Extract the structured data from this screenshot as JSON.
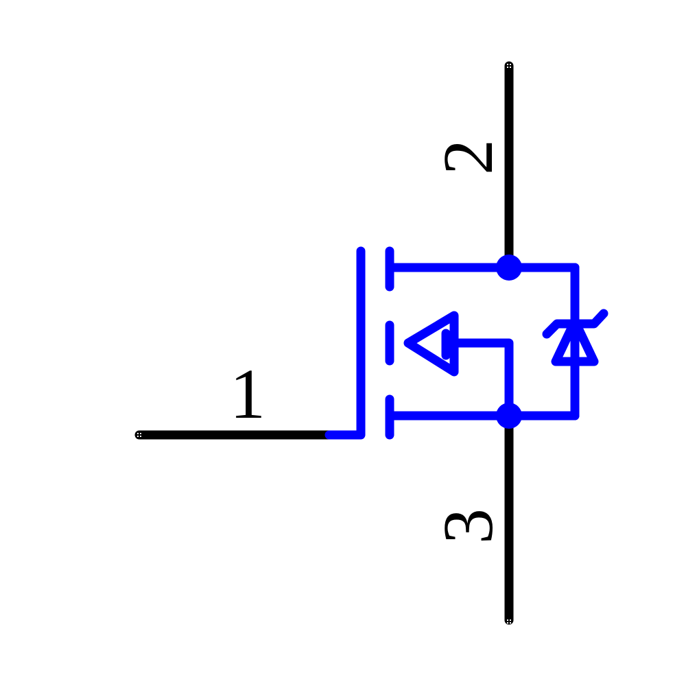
{
  "component": {
    "type": "N-channel MOSFET with Zener body diode",
    "colors": {
      "pin_wire": "#000000",
      "symbol": "#0000ff",
      "background": "#ffffff"
    }
  },
  "pins": [
    {
      "number": "1",
      "role": "gate"
    },
    {
      "number": "2",
      "role": "drain"
    },
    {
      "number": "3",
      "role": "source"
    }
  ],
  "labels": {
    "pin1": "1",
    "pin2": "2",
    "pin3": "3"
  }
}
